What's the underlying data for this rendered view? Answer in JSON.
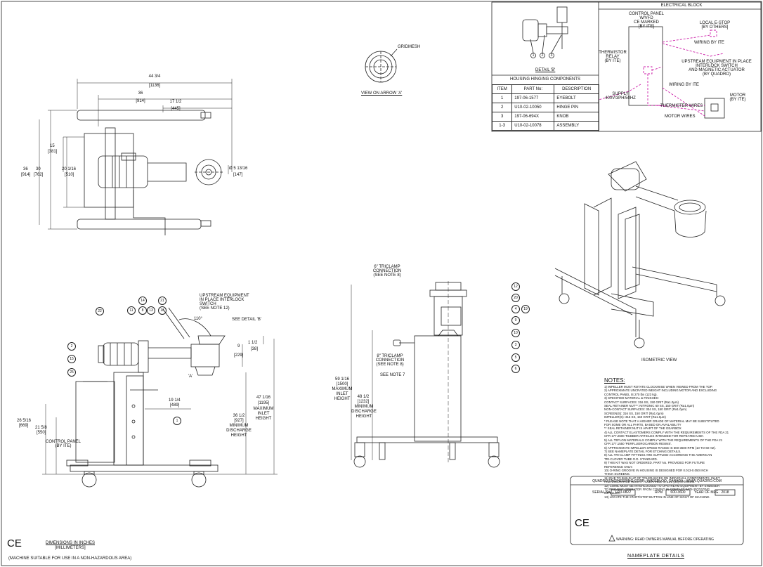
{
  "electrical_block": {
    "title": "ELECTRICAL BLOCK",
    "control_panel": [
      "CONTROL PANEL",
      "W/VFD",
      "CE MARKED",
      "[BY ITE]"
    ],
    "local_estop": [
      "LOCAL E-STOP",
      "[BY OTHERS]"
    ],
    "wiring_by_ite_1": "WIRING BY ITE",
    "upstream": [
      "UPSTREAM EQUIPMENT IN PLACE",
      "INTERLOCK SWITCH",
      "AND MAGNETIC ACTUATOR",
      "(BY QUADRO)"
    ],
    "thermistor": [
      "THERMISTOR",
      "RELAY",
      "(BY ITE)"
    ],
    "wiring_by_ite_2": "WIRING BY ITE",
    "supply": [
      "SUPPLY",
      "400V/3PH/50HZ"
    ],
    "motor": [
      "MOTOR",
      "(BY ITE)"
    ],
    "thermister_wires": "THERMISTER WIRES",
    "motor_wires": "MOTOR WIRES"
  },
  "detail_b": {
    "title": "DETAIL 'B'",
    "balloons": [
      "1",
      "2",
      "3"
    ]
  },
  "housing_table": {
    "title": "HOUSING HINGING COMPONENTS",
    "headers": [
      "ITEM",
      "PART No:",
      "DESCRIPTION"
    ],
    "rows": [
      {
        "item": "1",
        "part": "197-06-1577",
        "desc": "EYEBOLT"
      },
      {
        "item": "2",
        "part": "U10-02-10050",
        "desc": "HINGE PIN"
      },
      {
        "item": "3",
        "part": "197-06-694X",
        "desc": "KNOB"
      },
      {
        "item": "1-3",
        "part": "U10-02-10078",
        "desc": "ASSEMBLY"
      }
    ]
  },
  "view_arrow": {
    "label": "VIEW ON ARROW 'A'",
    "gridmesh": "GRIDMESH"
  },
  "top_view": {
    "dims": {
      "w_total": "44 3/4",
      "w_total_mm": "[1136]",
      "w_36": "36",
      "w_36_mm": "[914]",
      "w_17": "17 1/2",
      "w_17_mm": "[445]",
      "h_15": "15",
      "h_15_mm": "[381]",
      "h_20": "20 1/16",
      "h_20_mm": "[510]",
      "h_36": "36",
      "h_36_mm": "[914]",
      "h_30": "30",
      "h_30_mm": "[762]",
      "dia": "Ø 5 13/16",
      "dia_mm": "[147]"
    }
  },
  "side_view": {
    "upstream_note": [
      "UPSTREAM EQUIPMENT",
      "IN PLACE INTERLOCK",
      "SWITCH",
      "(SEE NOTE 12)"
    ],
    "see_detail_b": "SEE DETAIL 'B'",
    "angle": "110°",
    "arrow_a": "'A'",
    "dims": {
      "d9": "9",
      "d9_mm": "[229]",
      "d1": "1 1/2",
      "d1_mm": "[38]",
      "d19": "19 1/4",
      "d19_mm": "[489]",
      "d47": "47 1/16",
      "d47_mm": "[1195]",
      "d47_txt": [
        "MAXIMUM",
        "INLET",
        "HEIGHT"
      ],
      "d36": "36 1/2",
      "d36_mm": "[927]",
      "d36_txt": [
        "MINIMUM",
        "DISCHARGE",
        "HEIGHT"
      ],
      "d26": "26 5/16",
      "d26_mm": "[669]",
      "d21": "21 5/8",
      "d21_mm": "[550]"
    },
    "control_panel": [
      "CONTROL PANEL",
      "(BY ITE)"
    ],
    "balloons": [
      "22",
      "11",
      "8",
      "13",
      "14",
      "21",
      "16",
      "2",
      "15",
      "25",
      "1"
    ]
  },
  "front_view": {
    "triclamp6": [
      "6\" TRICLAMP",
      "CONNECTION",
      "(SEE NOTE 8)"
    ],
    "triclamp8": [
      "8\" TRICLAMP",
      "CONNECTION",
      "(SEE NOTE 8)"
    ],
    "see_note7": "SEE NOTE 7",
    "d59": "59 1/16",
    "d59_mm": "[1500]",
    "d59_txt": [
      "MAXIMUM",
      "INLET",
      "HEIGHT"
    ],
    "d48": "48 1/2",
    "d48_mm": "[1232]",
    "d48_txt": [
      "MINIMUM",
      "DISCHARGE",
      "HEIGHT"
    ],
    "balloons": [
      "12",
      "20",
      "4",
      "19",
      "9",
      "10",
      "3",
      "5",
      "6"
    ]
  },
  "isometric": {
    "label": "ISOMETRIC VIEW"
  },
  "notes": {
    "title": "NOTES:",
    "lines": [
      "1) IMPELLER MUST ROTATE CLOCKWISE WHEN VIEWED FROM THE TOP.",
      "2) APPROXIMATE UNCRATED WEIGHT INCLUDING MOTOR AND EXCLUDING",
      "CONTROL PANEL IS 270 lbs (123 kg).",
      "3) SPECIFIED MATERIAL & FINISHES:",
      "CONTACT SURFACES:          316 SS, 150 GRIT (Ra1.0μm)",
      "SEAL RETAINER NUT**:       NITRONIC 60 SS, 150 GRIT (Ra1.0μm)",
      "NON-CONTACT SURFACES:      304 SS, 150 GRIT (Ra1.0μm)",
      "SCREEN(S):                 316 SS, 150 GRIT (Ra1.0μm)",
      "IMPELLER(S):               316 SS, 150 GRIT (Ra1.0μm)",
      "* PLEASE NOTE THAT A HIGHER GRADE OF MATERIAL MAY BE SUBSTITUTED",
      "FOR SOME OR ALL PARTS, BASED ON AVAILABILITY",
      "** SEAL RETAINER NUT IS APART OF THE GEARBOX",
      "4) ALL CONTACT ELASTOMERS COMPLY WITH THE REQUIREMENTS OF THE FDA 21",
      "CFR 177.2600 'RUBBER ARTICLES INTENDED FOR REPEATED USE'.",
      "5) ALL TEFLON MATERIALS COMPLY WITH THE REQUIREMENTS OF THE FDA 21",
      "CFR 177.1550 'PERFLUOROCARBON RESINS'.",
      "6) APPROXIMATE IMPELLER SPEED RANGE IS 600-3600 RPM (10 TO 60 HZ).",
      "7) SEE NAMEPLATE DETAIL FOR ETCHING DETAILS.",
      "8) ALL TRI-CLAMP FITTINGS ARE SUPPLIED ACCORDING THE AMERICAN",
      "TRI-CLOVER TUBE O.D. STANDARD.",
      "9) THIS KIT WAS NOT ORDERED. PART No. PROVIDED FOR FUTURE",
      "REFERENCE ONLY.",
      "10) O-RING GROOVE IN HOUSING IS DESIGNED FOR 0.013-0.050 INCH",
      "THICK SCREENS.",
      "11) DUE TO BUILD-UP OF TOLERANCES ON INDIVIDUAL COMPONENTS, INLET",
      "AND DISCHARGE HEIGHT TOLERANCE IS ±1/2 [13] MAXIMUM.",
      "12) COMIL MUST BE INTERLOCKED TO UPSTREAM EQUIPMENT BY ENDUSER",
      "TO PREVENT OPERATOR FROM COMING IN CONTACT WITH ROTATING",
      "IMPELLER.",
      "13) LOCATE THE START/STOP BUTTON IN LINE OF SIGHT OF MACHINE."
    ]
  },
  "nameplate": {
    "header": "QUADRO ENGINEERING CORP., WATERLOO, CANADA - WWW.QUADRO.COM",
    "serial_label": "SERIAL No.",
    "serial_value": "U10-0822",
    "rpm_label": "RPM",
    "rpm_value": "600-3600",
    "year_label": "YEAR OF MFG.",
    "year_value": "2018",
    "ce": "CE",
    "warning": "WARNING: READ OWNERS MANUAL BEFORE OPERATING",
    "caption": "NAMEPLATE  DETAILS"
  },
  "footer": {
    "ce": "CE",
    "dims_title": "DIMENSIONS IN INCHES",
    "dims_sub": "[MILLIMETERS]",
    "machine_note": "(MACHINE SUITABLE FOR USE IN A NON-HAZARDOUS AREA)"
  },
  "colors": {
    "line": "#222222",
    "wiring": "#cc1fa8"
  }
}
